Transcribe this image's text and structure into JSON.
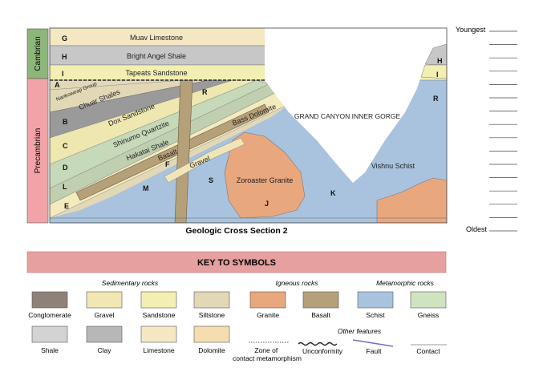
{
  "diagram": {
    "title": "Geologic Cross Section 2",
    "eras": {
      "cambrian": "Cambrian",
      "precambrian": "Precambrian"
    },
    "layers": {
      "G": "Muav Limestone",
      "H": "Bright Angel Shale",
      "I": "Tapeats Sandstone",
      "A_group": "Nankoweap Group",
      "B": "Chuar Shales",
      "C": "Dox Sandstone",
      "D": "Shinumo Quartzite",
      "L": "Hakatai Shale",
      "E": "Bass Dolomite",
      "M": "Basalt",
      "F": "Gravel",
      "J": "Zoroaster Granite",
      "K": "Vishnu Schist"
    },
    "letters": [
      "G",
      "H",
      "I",
      "A",
      "B",
      "C",
      "D",
      "L",
      "E",
      "M",
      "F",
      "R",
      "S",
      "J",
      "K",
      "H",
      "I",
      "R"
    ],
    "gorge_label": "GRAND CANYON INNER GORGE",
    "age_scale": {
      "top": "Youngest",
      "bottom": "Oldest",
      "blank_count": 14
    }
  },
  "key": {
    "title": "KEY TO SYMBOLS",
    "groups": {
      "sedimentary": "Sedimentary rocks",
      "igneous": "Igneous rocks",
      "metamorphic": "Metamorphic rocks",
      "other": "Other features"
    },
    "row1": [
      "Conglomerate",
      "Gravel",
      "Sandstone",
      "Siltstone",
      "Granite",
      "Basalt",
      "Schist",
      "Gneiss"
    ],
    "row2": [
      "Shale",
      "Clay",
      "Limestone",
      "Dolomite"
    ],
    "other_features": [
      "Zone of contact metamorphism",
      "Unconformity",
      "Fault",
      "Contact"
    ]
  },
  "colors": {
    "cambrian_box": "#8db77a",
    "precambrian_box": "#f1a3a8",
    "limestone": "#f4e7c2",
    "shale": "#c7c7c7",
    "sandstone": "#f3efb2",
    "siltstone": "#e3d8b6",
    "schist": "#a9c3de",
    "granite": "#e9a77d",
    "basalt": "#b5a079",
    "gneiss": "#cfe3c0",
    "dolomite": "#f5ddb0",
    "key_banner": "#e7a0a0"
  }
}
